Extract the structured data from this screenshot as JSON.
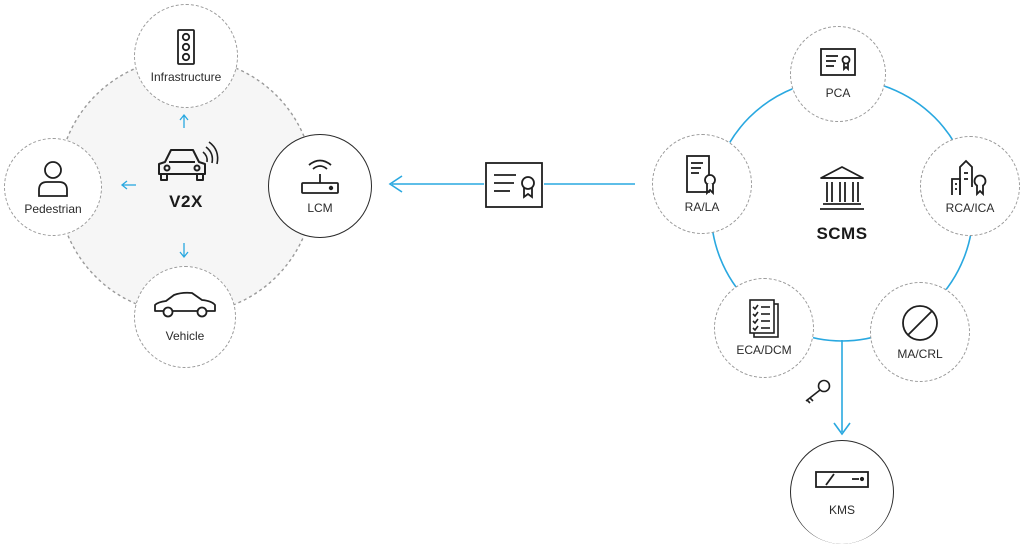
{
  "v2x": {
    "center_label": "V2X",
    "nodes": {
      "infrastructure": "Infrastructure",
      "pedestrian": "Pedestrian",
      "vehicle": "Vehicle",
      "lcm": "LCM"
    }
  },
  "scms": {
    "center_label": "SCMS",
    "nodes": {
      "pca": "PCA",
      "rca_ica": "RCA/ICA",
      "ra_la": "RA/LA",
      "ma_crl": "MA/CRL",
      "eca_dcm": "ECA/DCM",
      "kms": "KMS"
    }
  },
  "colors": {
    "accent": "#29a8e0",
    "stroke": "#1f1f1f",
    "dashed": "#9a9a9a"
  },
  "icons": [
    "traffic-light-icon",
    "person-icon",
    "car-front-icon",
    "car-side-icon",
    "router-icon",
    "certificate-icon",
    "bank-icon",
    "tablet-certificate-icon",
    "city-certificate-icon",
    "no-entry-icon",
    "checklist-icon",
    "key-icon",
    "hsm-icon"
  ]
}
